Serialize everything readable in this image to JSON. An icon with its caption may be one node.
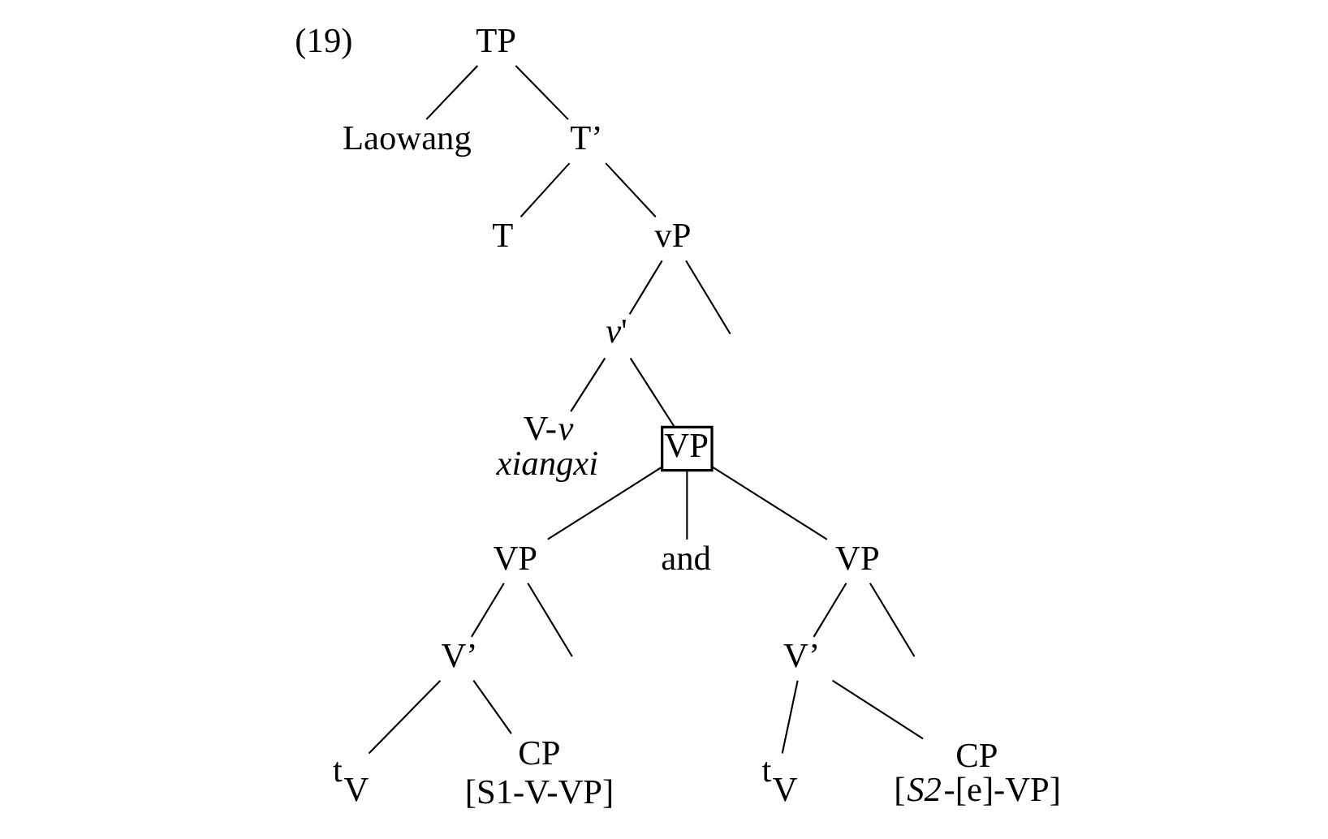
{
  "diagram": {
    "nodes": [
      {
        "text": [
          "TP"
        ]
      },
      {
        "text": [
          "Laowang"
        ]
      },
      {
        "text": [
          "T’"
        ]
      },
      {
        "text": [
          "T"
        ]
      },
      {
        "text": [
          "vP"
        ]
      },
      {
        "text": [
          "*v*'"
        ]
      },
      {
        "text": [
          "V-*v*",
          "*xiangxi*"
        ]
      },
      {
        "text": [
          "VP"
        ]
      },
      {
        "text": [
          "VP"
        ]
      },
      {
        "text": [
          "and"
        ]
      },
      {
        "text": [
          "VP"
        ]
      },
      {
        "text": [
          "V’"
        ]
      },
      {
        "text": [
          "t$_{V}$"
        ]
      },
      {
        "text": [
          "CP",
          "[S1-V-VP]"
        ]
      },
      {
        "text": [
          "V’"
        ]
      },
      {
        "text": [
          "t$_{V}$"
        ]
      },
      {
        "text": [
          "CP",
          "[*S2*-[e]-VP]"
        ]
      }
    ],
    "edges": [
      {
        "from": 0,
        "to": 1,
        "arrow": "none"
      },
      {
        "from": 0,
        "to": 2,
        "arrow": "none"
      },
      {
        "from": 2,
        "to": 3,
        "arrow": "none"
      },
      {
        "from": 2,
        "to": 4,
        "arrow": "none"
      },
      {
        "from": 4,
        "to": null,
        "arrow": "none"
      },
      {
        "from": 4,
        "to": 5,
        "arrow": "none"
      },
      {
        "from": 5,
        "to": 6,
        "arrow": "none"
      },
      {
        "from": 5,
        "to": 7,
        "arrow": "none"
      },
      {
        "from": 7,
        "to": 8,
        "arrow": "none"
      },
      {
        "from": 7,
        "to": 9,
        "arrow": "none"
      },
      {
        "from": 7,
        "to": 10,
        "arrow": "none"
      },
      {
        "from": 8,
        "to": null,
        "arrow": "none"
      },
      {
        "from": 8,
        "to": 11,
        "arrow": "none"
      },
      {
        "from": 11,
        "to": 12,
        "arrow": "none"
      },
      {
        "from": 11,
        "to": 13,
        "arrow": "none"
      },
      {
        "from": 10,
        "to": null,
        "arrow": "none"
      },
      {
        "from": 10,
        "to": 14,
        "arrow": "none"
      },
      {
        "from": 14,
        "to": 15,
        "arrow": "none"
      },
      {
        "from": 14,
        "to": 16,
        "arrow": "none"
      }
    ],
    "labels": [
      "(19)"
    ]
  }
}
